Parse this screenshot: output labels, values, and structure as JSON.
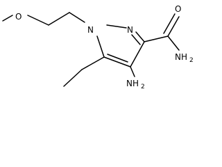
{
  "atoms": {
    "o_methoxy": "O",
    "n1": "N",
    "n2": "N",
    "o_carbonyl": "O",
    "amide_n": "NH",
    "amide_sub": "2",
    "amino_n": "NH",
    "amino_sub": "2"
  },
  "colors": {
    "bond": "#000000",
    "background": "#ffffff"
  }
}
